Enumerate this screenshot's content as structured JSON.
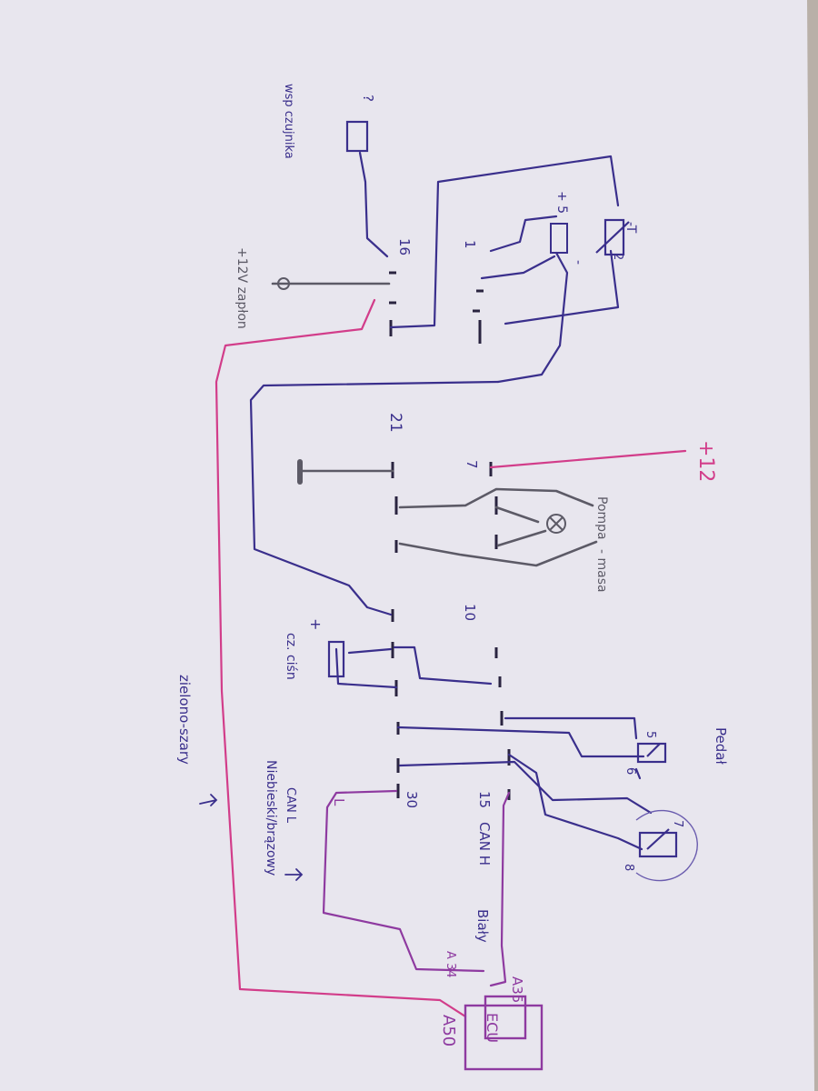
{
  "labels": {
    "question": "?",
    "wsp_czujnika": "wsp czujnika",
    "zaplon_12v": "+12V zapłon",
    "pin_16": "16",
    "pin_1": "1",
    "plus_5": "+ 5",
    "pin_2": "2",
    "minus": "-",
    "t_label": "-T",
    "pin_21": "21",
    "pin_7": "7",
    "plus_12": "+12",
    "pompa": "Pompa",
    "masa": "- masa",
    "pin_10": "10",
    "plus": "+",
    "cz_cisn": "cz. ciśn",
    "pedal": "Pedał",
    "pin_5": "5",
    "pin_6": "6",
    "pin_7b": "7",
    "pin_8": "8",
    "pin_30": "30",
    "pin_15": "15",
    "can_h": "CAN H",
    "can_l": "CAN L",
    "bialy": "Biały",
    "niebieski_brazowy": "Niebieski/brązowy",
    "zielono_szary": "zielono-szary",
    "l_label": "L",
    "a34": "A 34",
    "a35": "A35",
    "a50": "A50",
    "ecu": "ECU"
  },
  "colors": {
    "paper": "#e8e6ee",
    "blue_ink": "#3a2f8c",
    "pink_ink": "#d23d8a",
    "gray_ink": "#5c5a66",
    "purple_ink": "#8e3aa0"
  }
}
